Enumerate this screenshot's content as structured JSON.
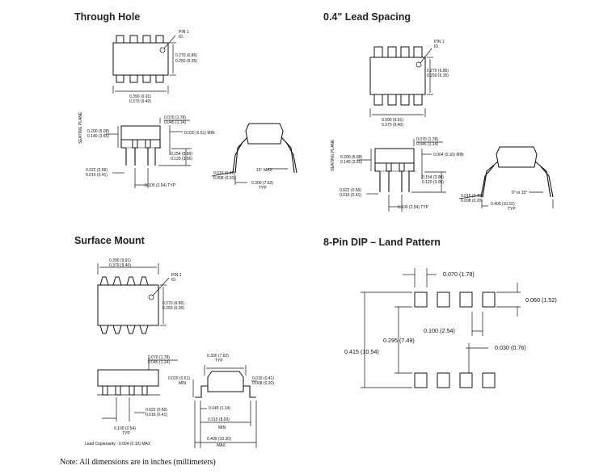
{
  "titles": {
    "through_hole": "Through Hole",
    "lead_spacing": "0.4\" Lead Spacing",
    "surface_mount": "Surface Mount",
    "land_pattern": "8-Pin DIP – Land Pattern"
  },
  "note": "Note: All dimensions are in inches (millimeters)",
  "through_hole": {
    "pin1": "PIN 1",
    "pin1_id": "ID.",
    "w_270": "0.270 (6.86)",
    "w_250": "0.250 (6.35)",
    "l_390": "0.390 (9.91)",
    "l_370": "0.370 (9.40)",
    "seating": "SEATING PLANE",
    "h_070": "0.070 (1.78)",
    "h_045": "0.045 (1.14)",
    "h_200": "0.200 (5.08)",
    "h_140": "0.140 (3.55)",
    "min_020": "0.020 (0.51) MIN",
    "d_154": "0.154 (3.90)",
    "d_120": "0.120 (3.05)",
    "p_022": "0.022 (0.56)",
    "p_016": "0.016 (0.41)",
    "pitch": "0.100 (2.54) TYP",
    "t_016": "0.016 (0.40)",
    "t_008": "0.008 (0.20)",
    "angle": "15° MAX",
    "row_300": "0.300 (7.62)",
    "typ": "TYP"
  },
  "lead_spacing": {
    "pin1": "PIN 1",
    "pin1_id": "ID.",
    "w_270": "0.270 (6.86)",
    "w_250": "0.250 (6.35)",
    "l_390": "0.390 (9.91)",
    "l_370": "0.370 (9.40)",
    "seating": "SEATING PLANE",
    "h_070": "0.070 (1.78)",
    "h_045": "0.045 (1.14)",
    "h_200": "0.200 (5.08)",
    "h_140": "0.140 (3.55)",
    "min_004": "0.004 (0.10) MIN",
    "d_154": "0.154 (3.90)",
    "d_120": "0.120 (3.05)",
    "p_022": "0.022 (0.56)",
    "p_016": "0.016 (0.41)",
    "pitch": "0.100 (2.54) TYP",
    "t_016": "0.016 (0.40)",
    "t_008": "0.008 (0.20)",
    "angle": "0° to 15°",
    "row_400": "0.400 (10.16)",
    "typ": "TYP"
  },
  "surface_mount": {
    "l_390": "0.390 (9.91)",
    "l_370": "0.370 (9.40)",
    "pin1": "PIN 1",
    "pin1_id": "ID.",
    "w_270": "0.270 (6.86)",
    "w_250": "0.250 (6.35)",
    "h_070": "0.070 (1.78)",
    "h_045": "0.045 (1.14)",
    "row_300": "0.300 (7.62)",
    "typ": "TYP",
    "min_020": "0.020 (0.51)",
    "min": "MIN",
    "t_016": "0.016 (0.41)",
    "t_008": "0.008 (0.20)",
    "p_022": "0.022 (0.56)",
    "p_016": "0.016 (0.41)",
    "foot_045": "0.045 (1.14)",
    "span_315": "0.315 (8.00)",
    "span_min": "MIN",
    "pitch": "0.100 (2.54)",
    "pitch_typ": "TYP",
    "span_405": "0.405 (10.30)",
    "span_max": "MAX.",
    "coplanarity": "Lead Coplanarity : 0.004 (0.10) MAX"
  },
  "land_pattern": {
    "pad_w": "0.070 (1.78)",
    "pad_h": "0.060 (1.52)",
    "pitch": "0.100 (2.54)",
    "inner": "0.295 (7.49)",
    "outer": "0.415 (10.54)",
    "gap": "0.030 (0.76)"
  }
}
